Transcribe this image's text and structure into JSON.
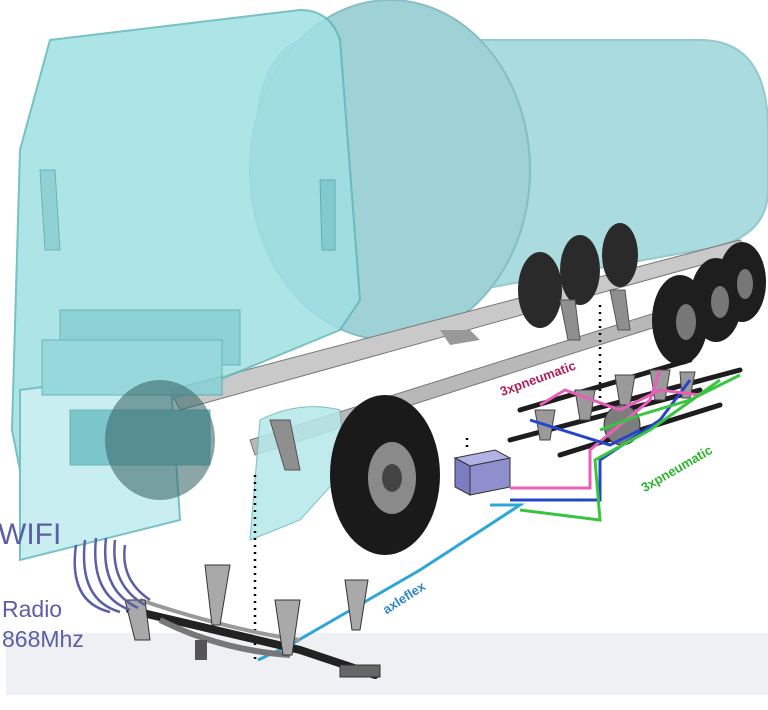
{
  "labels": {
    "wifi": "WIFI",
    "radio_line1": "Radio",
    "radio_line2": "868Mhz",
    "pneumatic_pink": "3xpneumatic",
    "pneumatic_green": "3xpneumatic",
    "axleflex": "axleflex"
  },
  "colors": {
    "tank": "#8ecfd4",
    "cab": "#9fe0e2",
    "chassis": "#bdbdbd",
    "wheel": "#1e1e1e",
    "pink_line": "#e75fb9",
    "green_line": "#39c53f",
    "blue_line": "#2546c9",
    "cyan_line": "#2fa6d8",
    "sensor_box": "#8e8fcc",
    "text_blue": "#5a5fa6"
  },
  "icons": [
    "wifi-signal-icon",
    "sensor-box-icon",
    "leaf-spring-icon"
  ]
}
